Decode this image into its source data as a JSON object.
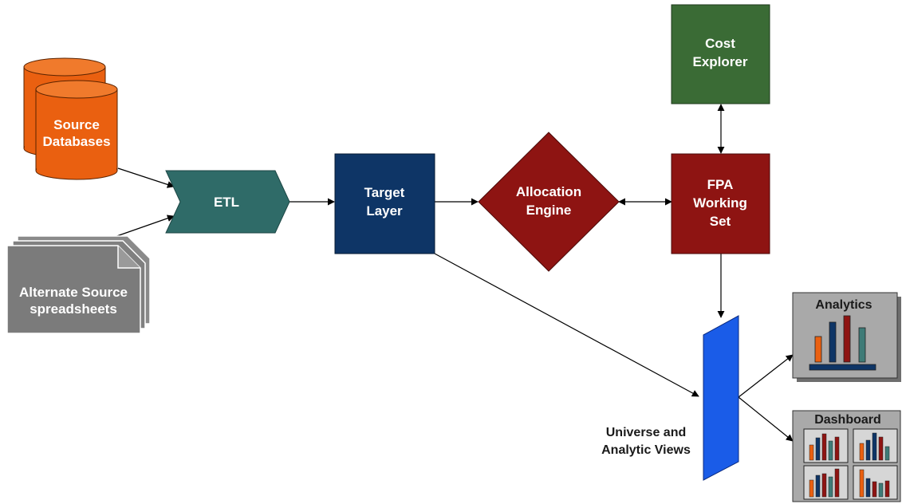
{
  "nodes": {
    "source_db": {
      "line1": "Source",
      "line2": "Databases"
    },
    "alt_source": {
      "line1": "Alternate Source",
      "line2": "spreadsheets"
    },
    "etl": {
      "label": "ETL"
    },
    "target_layer": {
      "line1": "Target",
      "line2": "Layer"
    },
    "allocation_engine": {
      "line1": "Allocation",
      "line2": "Engine"
    },
    "cost_explorer": {
      "line1": "Cost",
      "line2": "Explorer"
    },
    "fpa_working_set": {
      "line1": "FPA",
      "line2": "Working",
      "line3": "Set"
    },
    "universe": {
      "line1": "Universe and",
      "line2": "Analytic Views"
    },
    "analytics": {
      "label": "Analytics"
    },
    "dashboard": {
      "label": "Dashboard"
    }
  },
  "colors": {
    "database": "#ea6010",
    "document": "#7b7b7b",
    "etl": "#2f6b68",
    "target": "#0e3566",
    "allocation": "#8e1412",
    "cost_explorer": "#3a6b35",
    "fpa": "#8e1412",
    "universe": "#1a5ce8",
    "panel": "#a9a9a9",
    "bar_orange": "#ea6010",
    "bar_navy": "#0e3566",
    "bar_red": "#8e1412",
    "bar_teal": "#3e7b77"
  }
}
